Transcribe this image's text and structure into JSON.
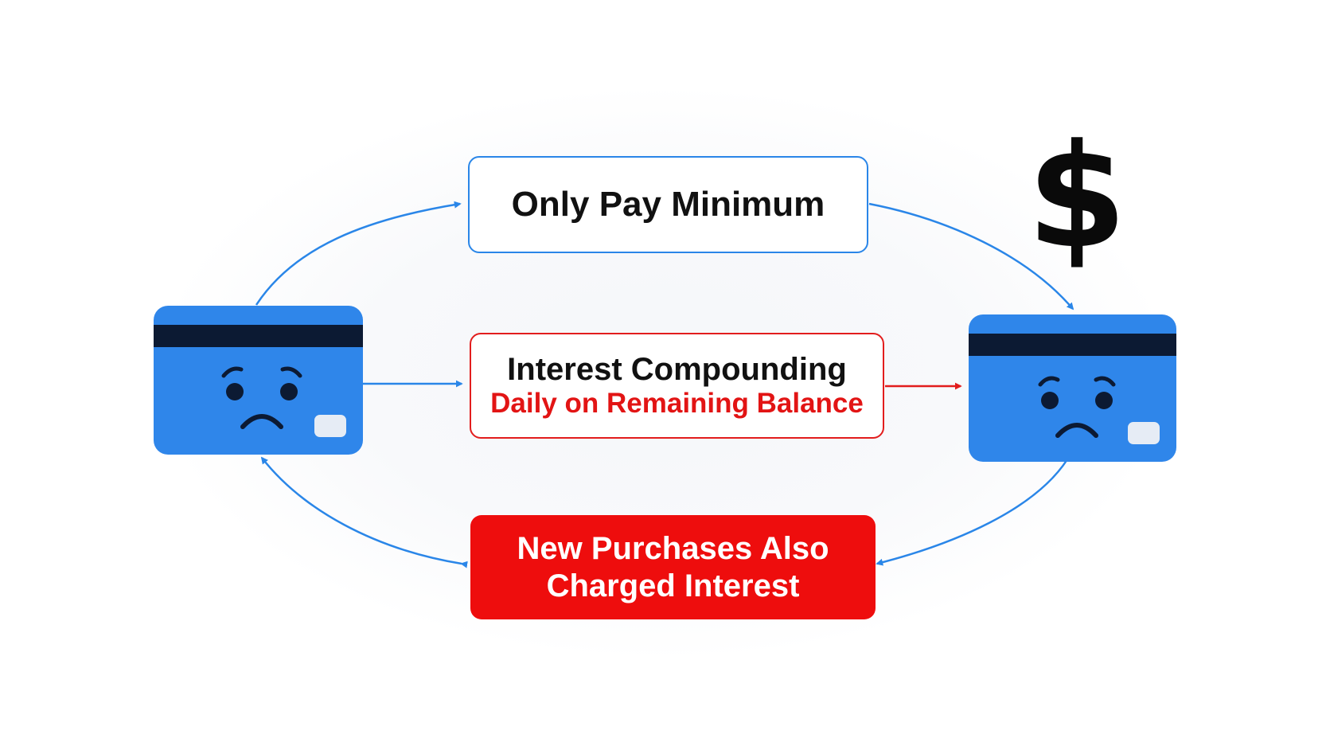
{
  "boxes": {
    "only_pay_minimum": "Only Pay Minimum",
    "interest_line1": "Interest Compounding",
    "interest_line2": "Daily on Remaining Balance",
    "new_purchases_line1": "New Purchases Also",
    "new_purchases_line2": "Charged Interest"
  },
  "symbols": {
    "dollar": "$"
  },
  "icons": {
    "left_card": "sad-credit-card-icon",
    "right_card": "sad-credit-card-icon",
    "dollar": "dollar-sign-icon"
  },
  "colors": {
    "blue_accent": "#2a86e8",
    "red_accent": "#e21d1d",
    "card_blue": "#2f86ea",
    "card_stripe": "#0c1a33",
    "red_fill": "#ee0d0d"
  }
}
